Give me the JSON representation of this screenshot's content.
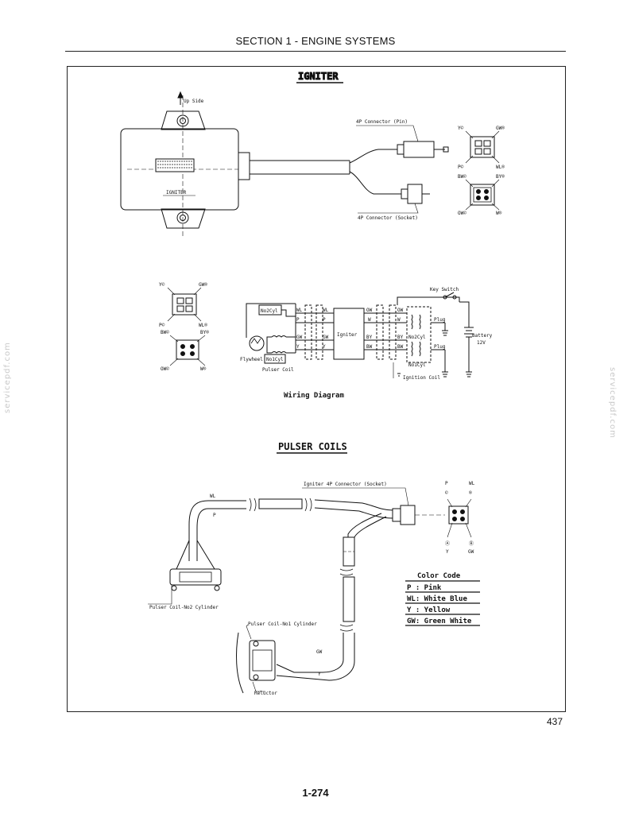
{
  "header": {
    "section_title": "SECTION 1 - ENGINE SYSTEMS"
  },
  "footer": {
    "figure_number": "437",
    "page_number": "1-274"
  },
  "watermark": {
    "text": "servicepdf.com"
  },
  "igniter": {
    "title": "IGNITER",
    "up_side": "Up Side",
    "unit_label": "IGNITER",
    "connector_pin": "4P Connector (Pin)",
    "connector_socket": "4P Connector (Socket)",
    "pin_labels": [
      "Y©",
      "GW®",
      "P©",
      "WL®"
    ],
    "socket_labels": [
      "BW©",
      "BY®",
      "OW©",
      "W®"
    ]
  },
  "wiring": {
    "caption": "Wiring Diagram",
    "key_switch": "Key Switch",
    "no2cyl": "No2Cyl",
    "no1cyl": "No1Cyl",
    "flywheel": "Flywheel",
    "pulser_coil": "Pulser Coil",
    "igniter": "Igniter",
    "ignition_coil": "Ignition Coil",
    "plug_top": "Plug",
    "plug_bottom": "Plug",
    "battery": "Battery",
    "battery_volt": "12V",
    "coil_no2": "No2Cyl",
    "coil_no1": "No1Cyl",
    "left_wires": [
      "WL",
      "P",
      "GW",
      "Y"
    ],
    "right_wires": [
      "OW",
      "W",
      "BY",
      "BW"
    ],
    "left_pin_labels": [
      "Y©",
      "GW®",
      "P©",
      "WL®"
    ],
    "left_socket_labels": [
      "BW©",
      "BY®",
      "OW©",
      "W®"
    ]
  },
  "pulser": {
    "title": "PULSER COILS",
    "connector": "Igniter 4P Connector (Socket)",
    "coil_no2": "Pulser Coil-No2 Cylinder",
    "coil_no1": "Pulser Coil-No1 Cylinder",
    "reluctor": "Reluctor",
    "wire_wl": "WL",
    "wire_p": "P",
    "wire_gw": "GW",
    "wire_y": "Y",
    "socket_labels": [
      "P",
      "WL",
      "Y",
      "GW"
    ],
    "socket_marks": [
      "©",
      "®",
      "Ⓐ",
      "Ⓑ"
    ]
  },
  "color_code": {
    "title": "Color Code",
    "entries": [
      "P : Pink",
      "WL: White Blue",
      "Y : Yellow",
      "GW: Green White"
    ]
  }
}
